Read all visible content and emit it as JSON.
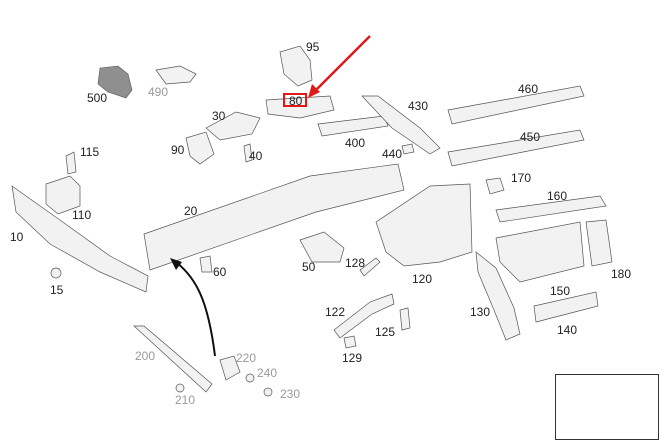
{
  "diagram": {
    "highlight_color": "#e01818",
    "labels": [
      {
        "key": "500",
        "text": "500",
        "gray": false
      },
      {
        "key": "490",
        "text": "490",
        "gray": true
      },
      {
        "key": "95",
        "text": "95",
        "gray": false
      },
      {
        "key": "80",
        "text": "80",
        "gray": false
      },
      {
        "key": "30",
        "text": "30",
        "gray": false
      },
      {
        "key": "90",
        "text": "90",
        "gray": false
      },
      {
        "key": "40",
        "text": "40",
        "gray": false
      },
      {
        "key": "400",
        "text": "400",
        "gray": false
      },
      {
        "key": "440",
        "text": "440",
        "gray": false
      },
      {
        "key": "430",
        "text": "430",
        "gray": false
      },
      {
        "key": "460",
        "text": "460",
        "gray": false
      },
      {
        "key": "450",
        "text": "450",
        "gray": false
      },
      {
        "key": "115",
        "text": "115",
        "gray": false
      },
      {
        "key": "110",
        "text": "110",
        "gray": false
      },
      {
        "key": "10",
        "text": "10",
        "gray": false
      },
      {
        "key": "15",
        "text": "15",
        "gray": false
      },
      {
        "key": "20",
        "text": "20",
        "gray": false
      },
      {
        "key": "60",
        "text": "60",
        "gray": false
      },
      {
        "key": "50",
        "text": "50",
        "gray": false
      },
      {
        "key": "128",
        "text": "128",
        "gray": false
      },
      {
        "key": "120",
        "text": "120",
        "gray": false
      },
      {
        "key": "170",
        "text": "170",
        "gray": false
      },
      {
        "key": "160",
        "text": "160",
        "gray": false
      },
      {
        "key": "180",
        "text": "180",
        "gray": false
      },
      {
        "key": "150",
        "text": "150",
        "gray": false
      },
      {
        "key": "122",
        "text": "122",
        "gray": false
      },
      {
        "key": "125",
        "text": "125",
        "gray": false
      },
      {
        "key": "129",
        "text": "129",
        "gray": false
      },
      {
        "key": "130",
        "text": "130",
        "gray": false
      },
      {
        "key": "140",
        "text": "140",
        "gray": false
      },
      {
        "key": "200",
        "text": "200",
        "gray": true
      },
      {
        "key": "220",
        "text": "220",
        "gray": true
      },
      {
        "key": "240",
        "text": "240",
        "gray": true
      },
      {
        "key": "210",
        "text": "210",
        "gray": true
      },
      {
        "key": "230",
        "text": "230",
        "gray": true
      }
    ]
  }
}
